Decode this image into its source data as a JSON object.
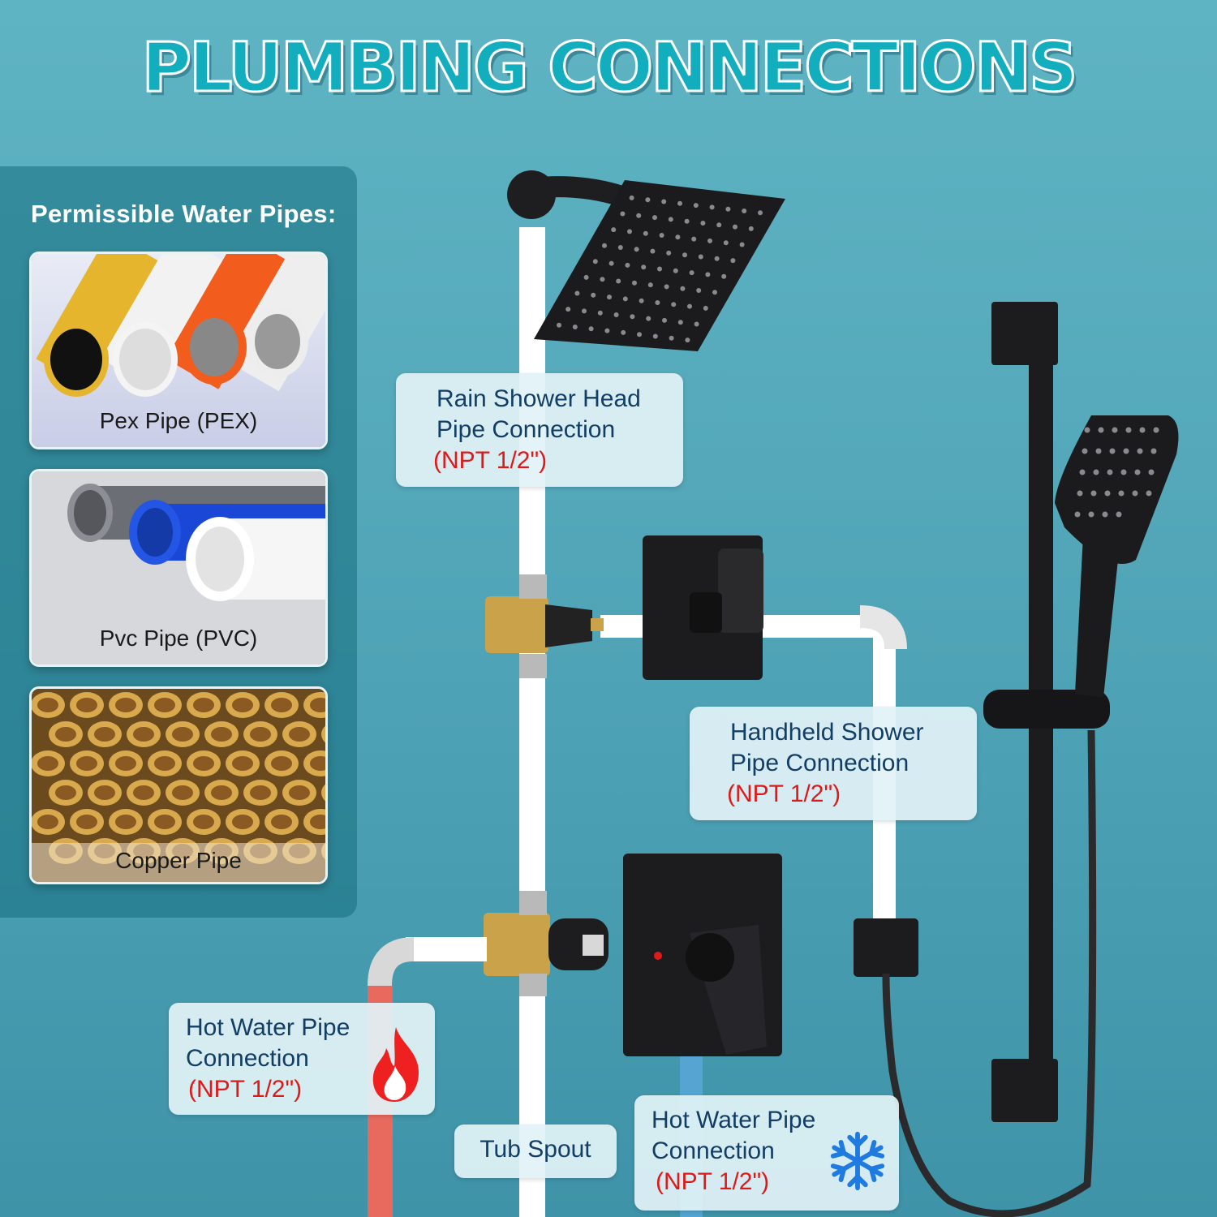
{
  "title": "PLUMBING CONNECTIONS",
  "panel": {
    "title": "Permissible Water Pipes:",
    "pipes": [
      {
        "label": "Pex Pipe (PEX)"
      },
      {
        "label": "Pvc Pipe (PVC)"
      },
      {
        "label": "Copper Pipe"
      }
    ]
  },
  "callouts": {
    "rain": {
      "line1": "Rain Shower Head",
      "line2": "Pipe Connection",
      "npt": "(NPT 1/2\")"
    },
    "handheld": {
      "line1": "Handheld Shower",
      "line2": "Pipe Connection",
      "npt": "(NPT 1/2\")"
    },
    "hot": {
      "line1": "Hot Water Pipe",
      "line2": "Connection",
      "npt": "(NPT 1/2\")",
      "icon": "flame-icon"
    },
    "tub": {
      "label": "Tub Spout"
    },
    "cold": {
      "line1": "Hot Water Pipe",
      "line2": "Connection",
      "npt": "(NPT 1/2\")",
      "icon": "snowflake-icon"
    }
  },
  "colors": {
    "hot": "#e84c45",
    "cold": "#2f7ee0",
    "fixture": "#1c1c1e",
    "brass": "#c9a24a"
  }
}
